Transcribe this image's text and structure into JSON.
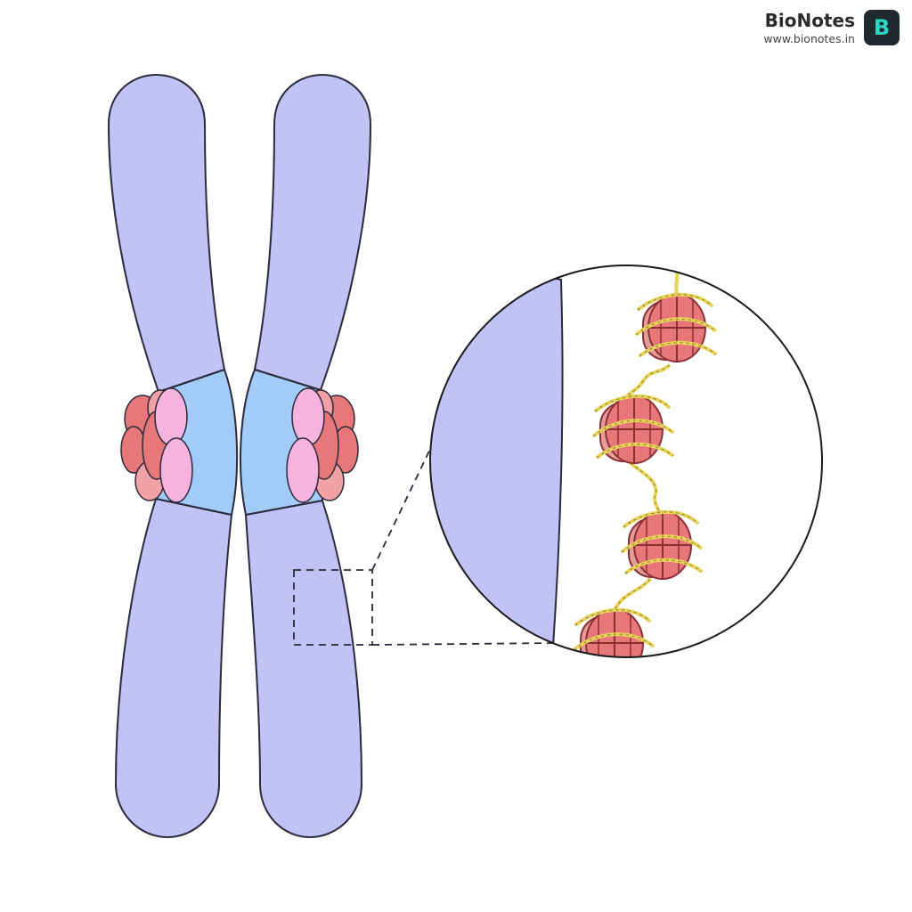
{
  "brand": {
    "name": "BioNotes",
    "url": "www.bionotes.in",
    "logo_letter": "B",
    "logo_bg": "#1f2a2e",
    "logo_fg": "#2fd6c3"
  },
  "colors": {
    "chromatid": "#c1c3f7",
    "centromere": "#a3cbf8",
    "kinetochore_dark": "#e8777a",
    "kinetochore_mid": "#f2a1a5",
    "kinetochore_light": "#f6b3df",
    "histone": "#e8777a",
    "histone_side": "#e59b98",
    "dna": "#e8d35a",
    "outline": "#2a2a3a"
  },
  "icons": [
    "magnifier-zoom-inset",
    "nucleosome-bead",
    "dna-double-helix"
  ]
}
